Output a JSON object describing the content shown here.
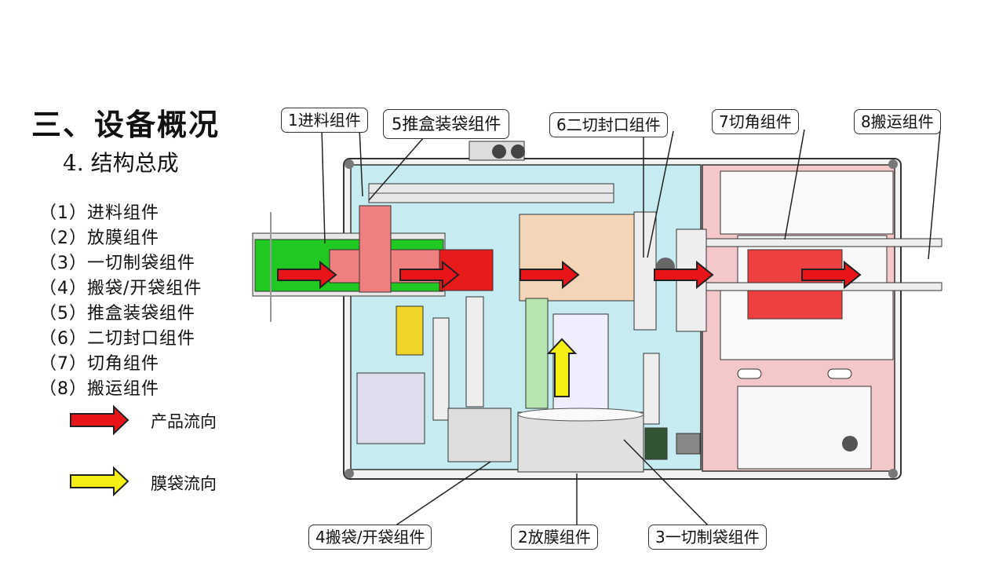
{
  "heading": {
    "title": "三、设备概况",
    "subtitle": "4. 结构总成"
  },
  "components": [
    "（1）进料组件",
    "（2）放膜组件",
    "（3）一切制袋组件",
    "（4）搬袋/开袋组件",
    "（5）推盒装袋组件",
    "（6）二切封口组件",
    "（7）切角组件",
    "（8）搬运组件"
  ],
  "legend": [
    {
      "label": "产品流向",
      "color": "#e8141a"
    },
    {
      "label": "膜袋流向",
      "color": "#f4ee14"
    }
  ],
  "callouts": [
    "1进料组件",
    "5推盒装袋组件",
    "6二切封口组件",
    "7切角组件",
    "8搬运组件",
    "4搬袋/开袋组件",
    "2放膜组件",
    "3一切制袋组件"
  ]
}
